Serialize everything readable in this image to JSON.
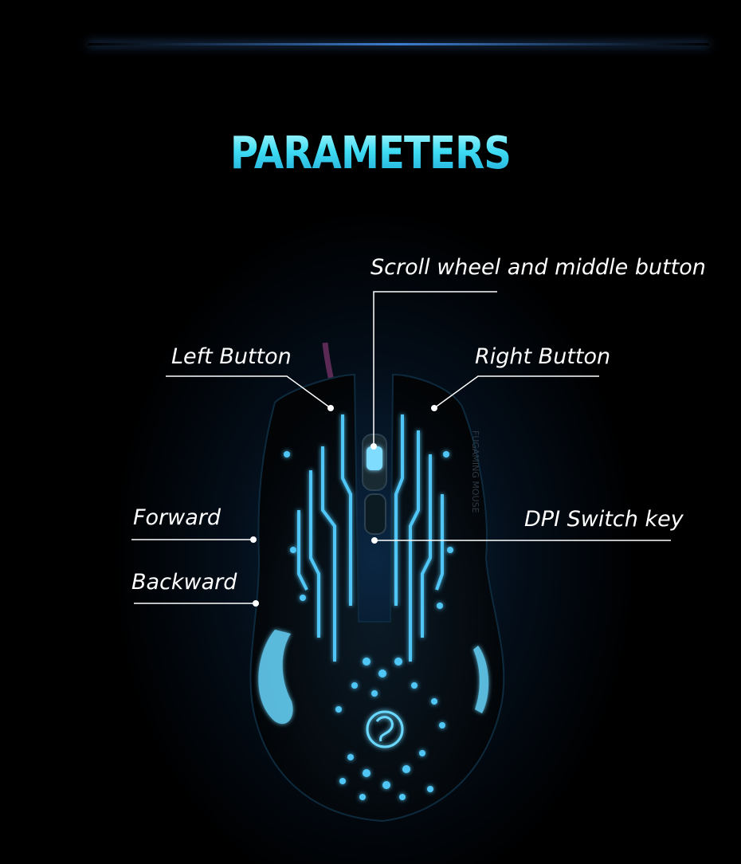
{
  "title": "PARAMETERS",
  "labels": {
    "scroll": "Scroll wheel and middle button",
    "left": "Left Button",
    "right": "Right Button",
    "forward": "Forward",
    "dpi": "DPI Switch key",
    "backward": "Backward"
  },
  "mouse_side_text": "FUGAMING MOUSE",
  "colors": {
    "background": "#000000",
    "accent": "#3fdcf3",
    "glow": "#1ea6ff",
    "line": "#ffffff"
  }
}
